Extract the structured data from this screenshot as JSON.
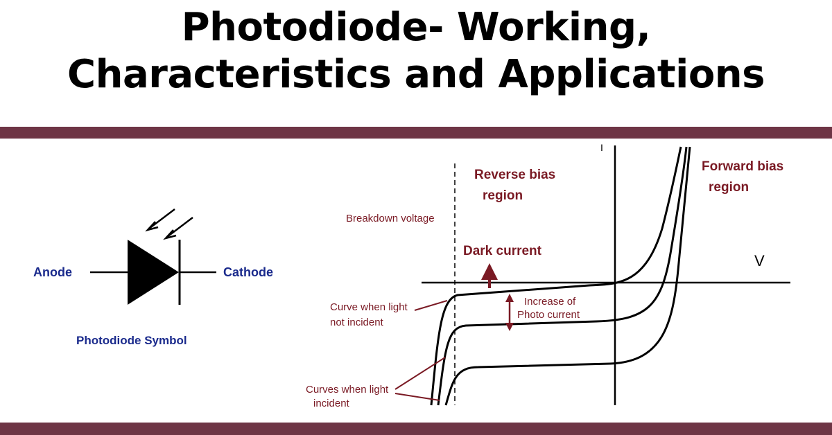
{
  "title": {
    "line1": "Photodiode- Working,",
    "line2": "Characteristics and Applications"
  },
  "colors": {
    "band": "#6e3545",
    "symbol_label": "#1a2a8c",
    "region_label": "#7a1a24",
    "annotation": "#7a1a24",
    "curve": "#000000"
  },
  "symbol": {
    "anode": "Anode",
    "cathode": "Cathode",
    "caption": "Photodiode Symbol"
  },
  "graph": {
    "i_axis": "I",
    "v_axis": "V",
    "reverse_region": [
      "Reverse bias",
      "region"
    ],
    "forward_region": [
      "Forward bias",
      "region"
    ],
    "breakdown": "Breakdown voltage",
    "dark_current": "Dark current",
    "increase": [
      "Increase of",
      "Photo current"
    ],
    "no_light": [
      "Curve when light",
      "not incident"
    ],
    "light": [
      "Curves when light",
      "incident"
    ]
  }
}
